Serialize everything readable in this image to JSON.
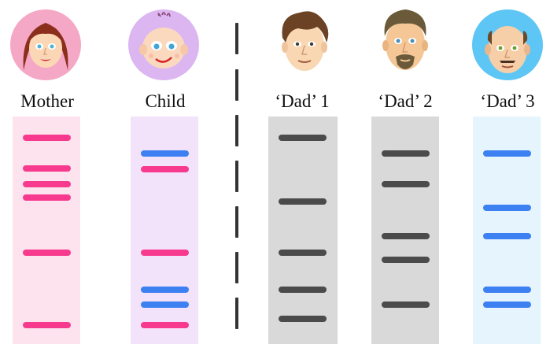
{
  "colors": {
    "mother_band": "#f73a8d",
    "child_pink": "#f73a8d",
    "child_blue": "#3d80f1",
    "dad_band": "#4b4b4b",
    "dad3_band": "#3d80f1",
    "mother_lane": "#fde3ed",
    "child_lane": "#f3e3fa",
    "dad_lane": "#d9d9d9",
    "dad3_lane": "#e5f4fd"
  },
  "people": [
    {
      "key": "mother",
      "label": "Mother",
      "icon": "mother-face-icon"
    },
    {
      "key": "child",
      "label": "Child",
      "icon": "child-face-icon"
    },
    {
      "key": "dad1",
      "label": "‘Dad’ 1",
      "icon": "dad1-face-icon"
    },
    {
      "key": "dad2",
      "label": "‘Dad’ 2",
      "icon": "dad2-face-icon"
    },
    {
      "key": "dad3",
      "label": "‘Dad’ 3",
      "icon": "dad3-face-icon"
    }
  ]
}
